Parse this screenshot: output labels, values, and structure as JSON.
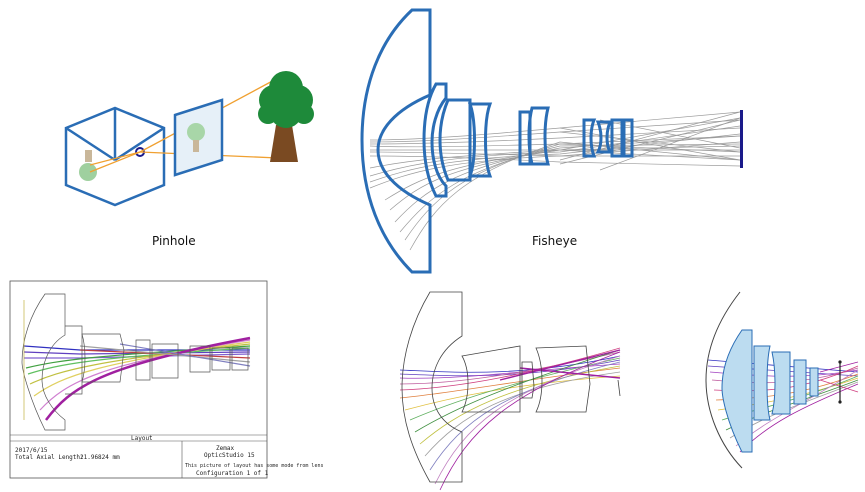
{
  "captions": {
    "pinhole": "Pinhole",
    "fisheye": "Fisheye"
  },
  "zemax": {
    "layout_label": "Layout",
    "date": "2017/6/15",
    "total_axial_length_label": "Total Axial Length:",
    "total_axial_length_value": "21.96824 mm",
    "brand": "Zemax",
    "product": "OpticStudio 15",
    "fine_print": "This picture of layout has some mode from lens",
    "configuration": "Configuration 1 of 1"
  },
  "colors": {
    "lens_blue": "#2a6db5",
    "tree_green": "#1e8a3a",
    "trunk_brown": "#7a4a22",
    "ray_orange": "#f0a030",
    "ray_gray": "#8a8a8a"
  }
}
